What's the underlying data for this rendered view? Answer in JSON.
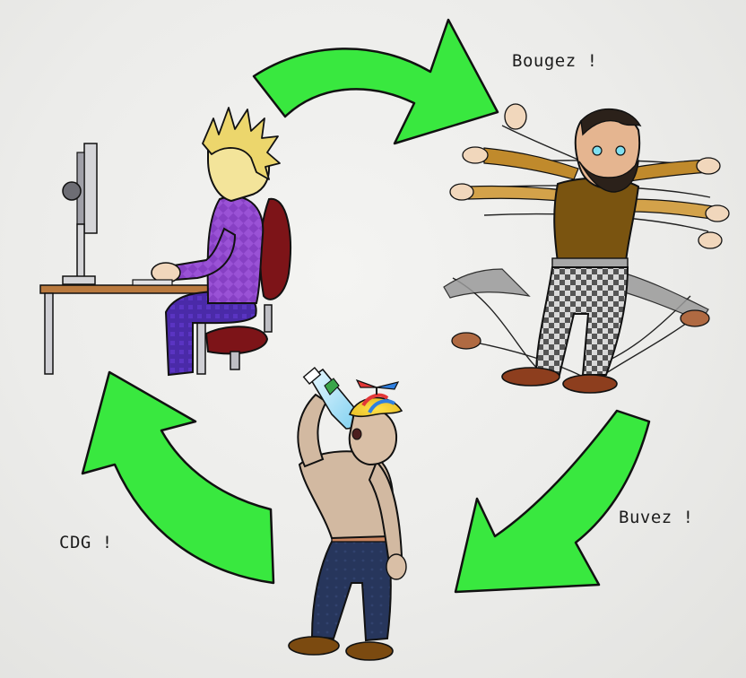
{
  "captions": {
    "move": "Bougez !",
    "drink": "Buvez !",
    "cdg": "CDG !"
  },
  "colors": {
    "arrow_fill": "#39e83f",
    "outline": "#111111",
    "paper": "#ececea",
    "hair_blonde": "#ecd66c",
    "sweater_purple": "#9a52d6",
    "chair_red": "#7d1418",
    "shirt_brown": "#7a5410",
    "skin": "#f1d7bc",
    "drinker_shirt": "#d2b9a1",
    "pants_navy": "#27365c",
    "water_blue": "#7fd0f0"
  },
  "figures": [
    {
      "name": "computer worker",
      "icon": "desk-worker"
    },
    {
      "name": "moving man",
      "icon": "waving-man"
    },
    {
      "name": "drinking man",
      "icon": "drinking-man"
    }
  ]
}
